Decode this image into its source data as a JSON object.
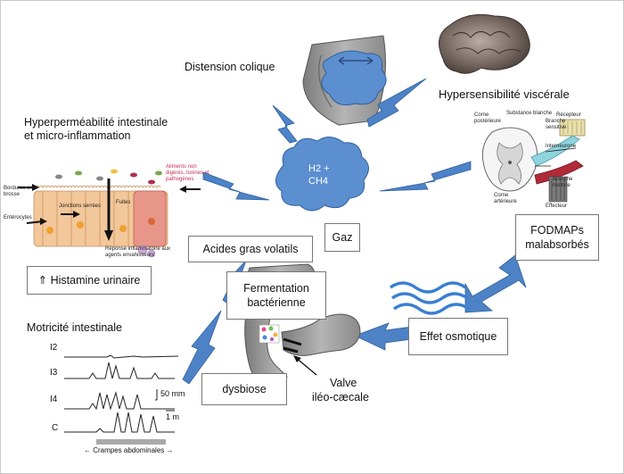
{
  "labels": {
    "distension": "Distension colique",
    "hypersensibilite": "Hypersensibilité viscérale",
    "hyperpermeabilite_line1": "Hyperperméabilité intestinale",
    "hyperpermeabilite_line2": "et micro-inflammation",
    "gas_cloud_line1": "H2 +",
    "gas_cloud_line2": "CH4",
    "motricite": "Motricité intestinale",
    "valve_line1": "Valve",
    "valve_line2": "iléo-cæcale"
  },
  "boxes": {
    "acides": "Acides gras volatils",
    "gaz": "Gaz",
    "histamine": "⇑ Histamine urinaire",
    "fermentation_line1": "Fermentation",
    "fermentation_line2": "bactérienne",
    "fodmaps_line1": "FODMAPs",
    "fodmaps_line2": "malabsorbés",
    "effet": "Effet osmotique",
    "dysbiose": "dysbiose"
  },
  "intestine_panel": {
    "bordures": "Bordures en brosse",
    "enterocytes": "Entérocytes",
    "jonctions": "Jonctions serrées",
    "fuites": "Fuites",
    "reponse": "Réponse inflammatoire aux agents envahisseurs",
    "aliments": "Aliments non digérés, toxines et pathogènes"
  },
  "spinal_panel": {
    "corne_posterieure": "Corne postérieure",
    "substance_blanche": "Substance blanche",
    "recepteur": "Récepteur",
    "branche_sensitive": "Branche sensitive",
    "interneurone": "Interneurone",
    "corne_arterieure": "Corne artérieure",
    "branche_motrice": "Branche motrice",
    "effecteur": "Effecteur"
  },
  "motility": {
    "traces": [
      "I2",
      "I3",
      "I4",
      "C"
    ],
    "scale_y": "50 mm",
    "scale_x": "1 m",
    "cramp_label": "← Crampes abdominales →"
  },
  "colors": {
    "arrow_blue": "#4d83c6",
    "cloud_blue": "#5b8fd0",
    "wave_blue": "#3a7fd0",
    "gut_gray": "#9a9a9a",
    "cell_orange": "#f2c79a"
  }
}
